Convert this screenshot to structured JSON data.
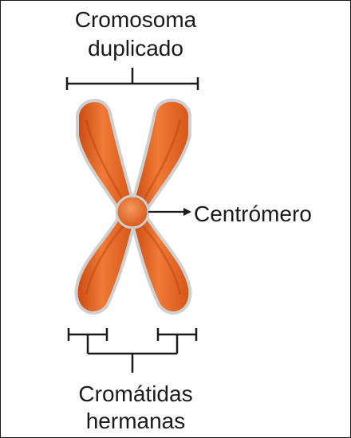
{
  "labels": {
    "top_line1": "Cromosoma",
    "top_line2": "duplicado",
    "centromere": "Centrómero",
    "bottom_line1": "Cromátidas",
    "bottom_line2": "hermanas"
  },
  "colors": {
    "chromatid": "#e8601c",
    "chromatid_dark": "#c94a10",
    "chromatid_highlight": "#f08a4a",
    "outline": "#d9d9d9",
    "centromere": "#ea6a2a",
    "line": "#1a1a1a"
  }
}
